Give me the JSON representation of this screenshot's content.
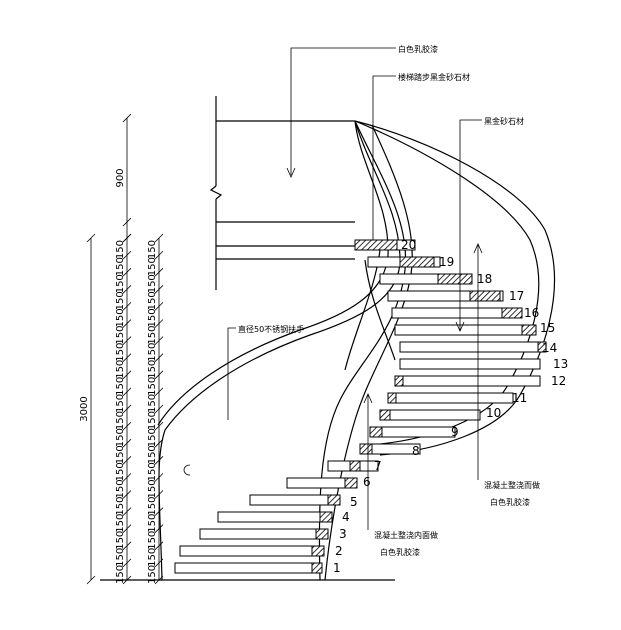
{
  "dimensions": {
    "upper_label": "900",
    "total_label": "3000",
    "riser_label": "150",
    "riser_count": 20
  },
  "notes": {
    "ceiling_paint": "白色乳胶漆",
    "tread_finish": "楼梯踏步黑金砂石材",
    "stone_finish": "黑金砂石材",
    "handrail": "直径50不锈钢扶手",
    "concrete_right": "混凝土整浇而做",
    "paint_right": "白色乳胶漆",
    "concrete_bottom": "混凝土整浇内面做",
    "paint_bottom": "白色乳胶漆"
  },
  "steps": [
    "1",
    "2",
    "3",
    "4",
    "5",
    "6",
    "7",
    "8",
    "9",
    "10",
    "11",
    "12",
    "13",
    "14",
    "15",
    "16",
    "17",
    "18",
    "19",
    "20"
  ]
}
